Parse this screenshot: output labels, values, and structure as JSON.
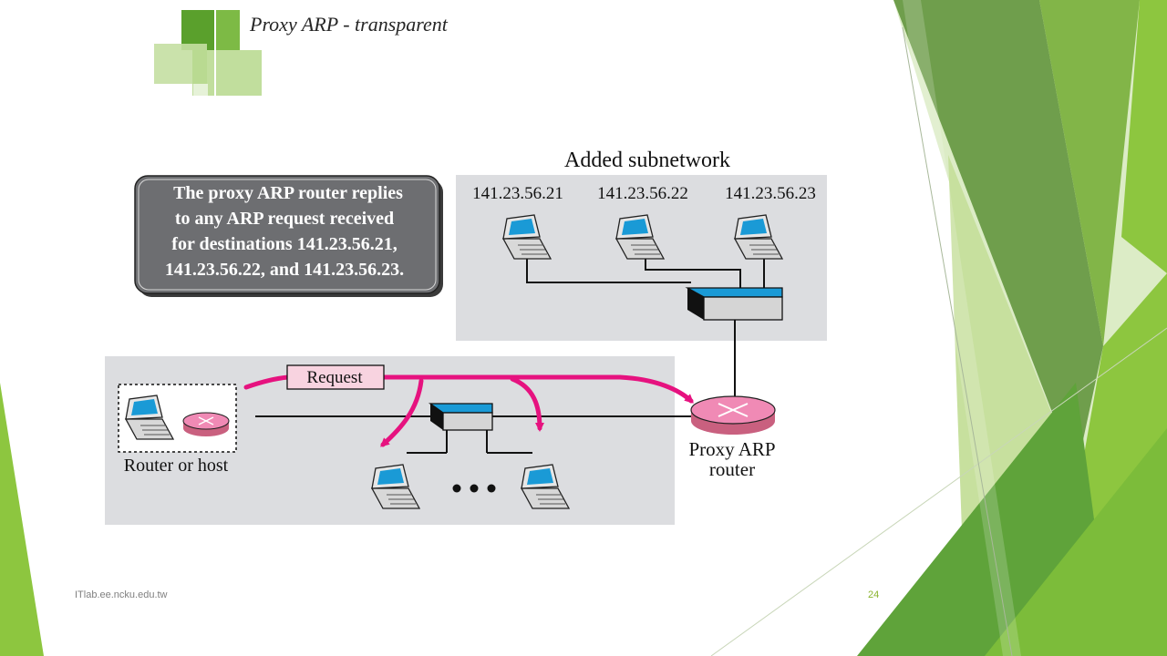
{
  "slide": {
    "title": "Proxy ARP - transparent",
    "footer_left": "ITlab.ee.ncku.edu.tw",
    "page_number": "24"
  },
  "diagram": {
    "subnet_label": "Added subnetwork",
    "ip_addresses": [
      "141.23.56.21",
      "141.23.56.22",
      "141.23.56.23"
    ],
    "callout_lines": [
      "The proxy ARP router replies",
      "to any ARP request received",
      "for destinations 141.23.56.21,",
      "141.23.56.22, and 141.23.56.23."
    ],
    "request_label": "Request",
    "router_or_host_label": "Router or host",
    "proxy_router_lines": [
      "Proxy ARP",
      "router"
    ]
  },
  "colors": {
    "accent_green": "#8dc63f",
    "dark_green": "#5a9a2e",
    "request_arrow": "#e6127f",
    "router_pink": "#f08ab5",
    "panel_gray": "#dcdde0",
    "callout_gray": "#6d6e71",
    "screen_blue": "#1a9ad6"
  }
}
